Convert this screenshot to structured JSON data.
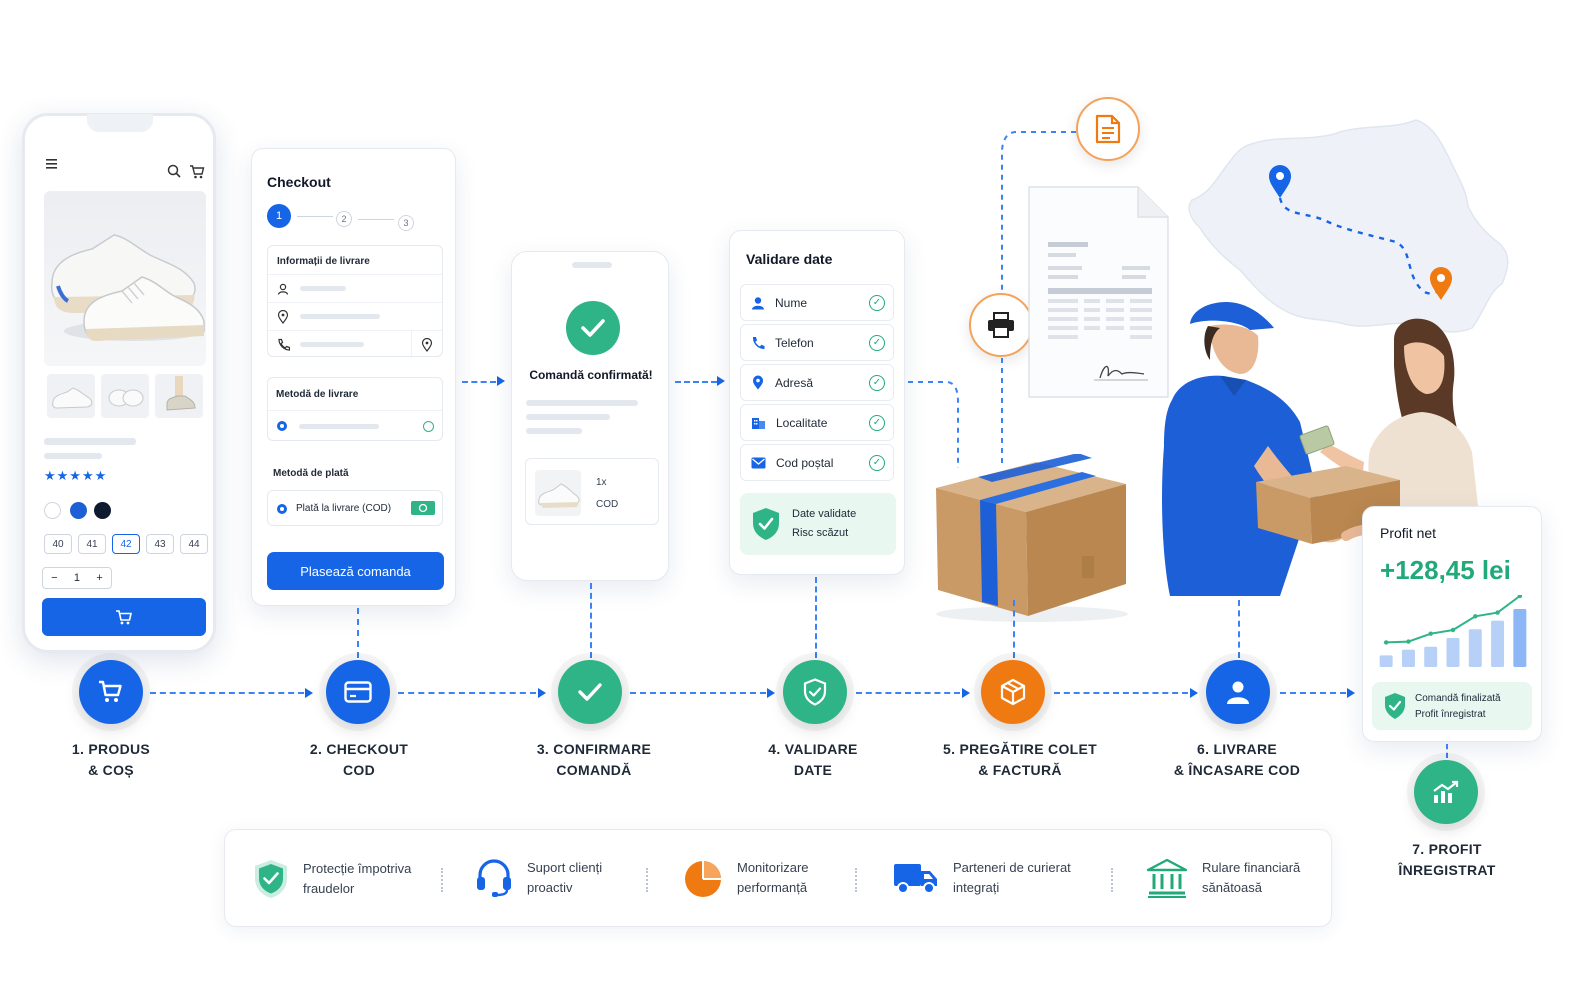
{
  "phone": {
    "stars": "★★★★★",
    "sizes": [
      "40",
      "41",
      "42",
      "43",
      "44"
    ],
    "quantity": "1",
    "minus": "−",
    "plus": "+"
  },
  "checkout": {
    "title": "Checkout",
    "steps": [
      "1",
      "2",
      "3"
    ],
    "delivery_info": "Informații de livrare",
    "delivery_method": "Metodă de livrare",
    "payment_method": "Metodă de plată",
    "payment_option": "Plată la livrare (COD)",
    "place_order": "Plasează comanda"
  },
  "confirm": {
    "title": "Comandă confirmată!",
    "qty": "1x",
    "method": "COD"
  },
  "validation": {
    "title": "Validare date",
    "fields": [
      "Nume",
      "Telefon",
      "Adresă",
      "Localitate",
      "Cod poștal"
    ],
    "result_line1": "Date validate",
    "result_line2": "Risc scăzut"
  },
  "profit": {
    "title": "Profit net",
    "value": "+128,45 lei",
    "status_line1": "Comandă finalizată",
    "status_line2": "Profit înregistrat",
    "bars": [
      0.2,
      0.3,
      0.35,
      0.5,
      0.65,
      0.8,
      1.0
    ]
  },
  "steps": [
    {
      "line1": "1. PRODUS",
      "line2": "& COȘ",
      "color": "#1565e6"
    },
    {
      "line1": "2. CHECKOUT",
      "line2": "COD",
      "color": "#1565e6"
    },
    {
      "line1": "3. CONFIRMARE",
      "line2": "COMANDĂ",
      "color": "#2fb487"
    },
    {
      "line1": "4. VALIDARE",
      "line2": "DATE",
      "color": "#2fb487"
    },
    {
      "line1": "5. PREGĂTIRE COLET",
      "line2": "& FACTURĂ",
      "color": "#f07a12"
    },
    {
      "line1": "6. LIVRARE",
      "line2": "& ÎNCASARE COD",
      "color": "#1565e6"
    },
    {
      "line1": "7. PROFIT",
      "line2": "ÎNREGISTRAT",
      "color": "#2fb487"
    }
  ],
  "features": [
    {
      "line1": "Protecție împotriva",
      "line2": "fraudelor"
    },
    {
      "line1": "Suport clienți",
      "line2": "proactiv"
    },
    {
      "line1": "Monitorizare",
      "line2": "performanță"
    },
    {
      "line1": "Parteneri de curierat",
      "line2": "integrați"
    },
    {
      "line1": "Rulare financiară",
      "line2": "sănătoasă"
    }
  ]
}
